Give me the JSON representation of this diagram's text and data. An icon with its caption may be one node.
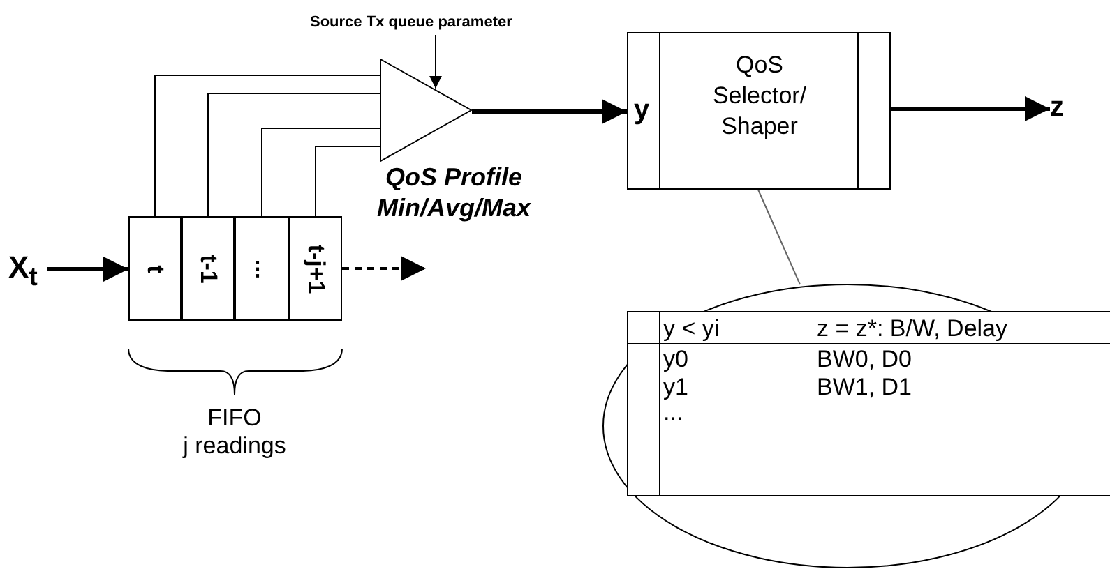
{
  "diagram": {
    "nodes": [
      {
        "text": [
          "X$_{t}$"
        ]
      },
      {
        "text": [
          "t"
        ]
      },
      {
        "text": [
          "t-1"
        ]
      },
      {
        "text": [
          "..."
        ]
      },
      {
        "text": [
          "t-j+1"
        ]
      },
      {
        "text": [],
        "shape": "triangle",
        "beside": [
          "QoS Profile Min/Avg/Max"
        ]
      },
      {
        "text": [
          "Source Tx queue parameter"
        ]
      },
      {
        "text": [
          "y",
          "QoS Selector/ Shaper"
        ]
      },
      {
        "text": [
          "z"
        ]
      },
      {
        "text": [],
        "shape": "ellipse"
      }
    ],
    "edges": [
      {
        "from": 0,
        "to": 1,
        "arrow": "to",
        "style": "thick"
      },
      {
        "from": 4,
        "to": null,
        "arrow": "to",
        "style": "dashed"
      },
      {
        "from": 1,
        "to": 5,
        "arrow": "none"
      },
      {
        "from": 2,
        "to": 5,
        "arrow": "none"
      },
      {
        "from": 3,
        "to": 5,
        "arrow": "none"
      },
      {
        "from": 4,
        "to": 5,
        "arrow": "none"
      },
      {
        "from": 6,
        "to": 5,
        "arrow": "to"
      },
      {
        "from": 5,
        "to": 7,
        "arrow": "to",
        "style": "thick"
      },
      {
        "from": 7,
        "to": 8,
        "arrow": "to",
        "style": "thick"
      },
      {
        "from": 7,
        "to": 9,
        "arrow": "none",
        "color": "#666666"
      }
    ],
    "labels": [
      "FIFO",
      "j readings",
      "y < yi",
      "z = z*: B/W, Delay",
      "y0",
      "BW0, D0",
      "y1",
      "BW1, D1",
      "..."
    ]
  }
}
